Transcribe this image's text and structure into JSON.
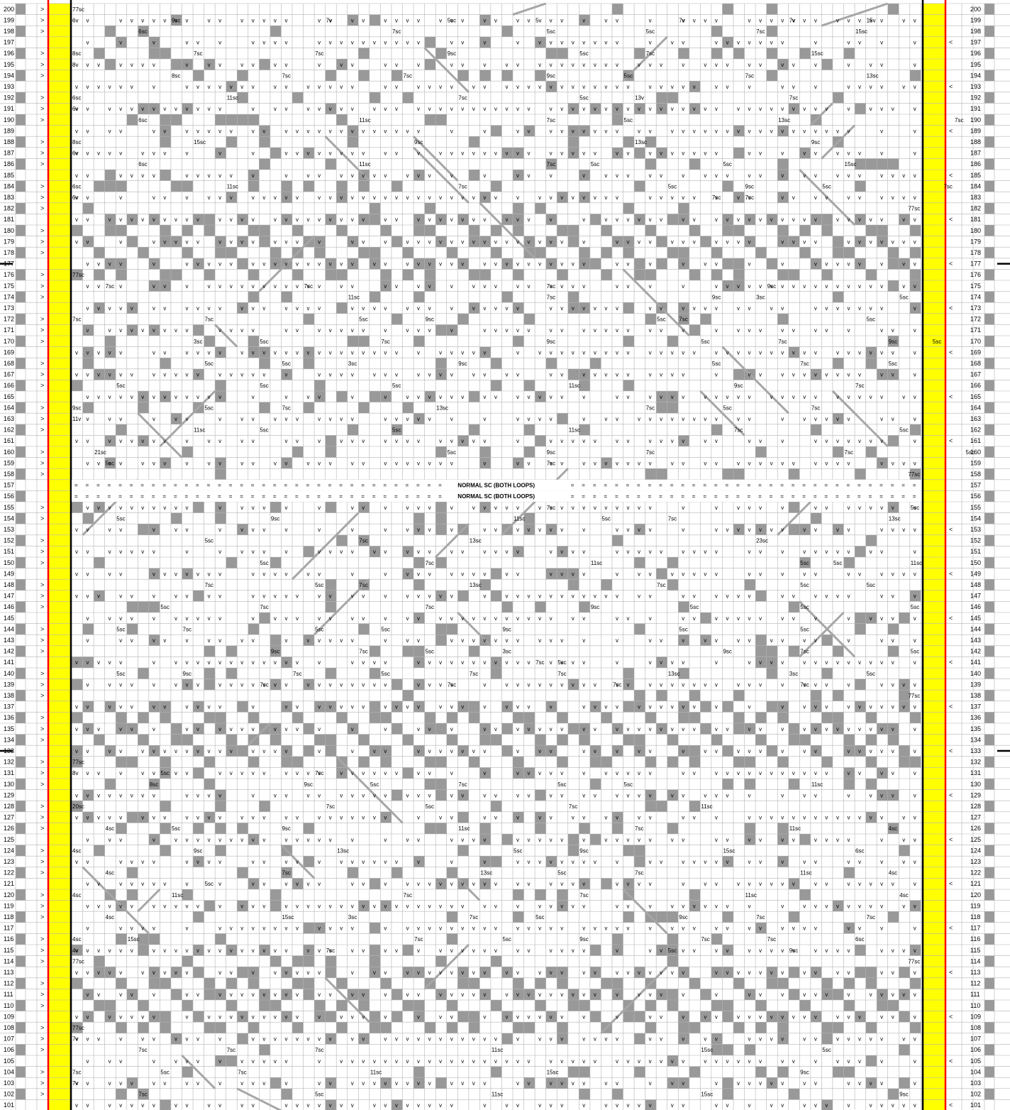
{
  "chart": {
    "row_start": 200,
    "row_end": 101,
    "stitch_columns": 77,
    "colors": {
      "grid": "#b4b4b4",
      "filled": "#999999",
      "edge_stripe": "#ffff00",
      "edge_line": "#ff0000",
      "border": "#000000",
      "direction_gray": "#a6a6a6"
    },
    "banner_rows": [
      157,
      156
    ],
    "banner_text": "NORMAL SC (BOTH LOOPS)",
    "turn_marks_rows": [
      177,
      133
    ],
    "left_arrow": ">",
    "right_arrow": "<",
    "full_row_label": "77sc",
    "right_labels": {
      "182": "77sc",
      "158": "77sc",
      "138": "77sc",
      "114": "77sc"
    },
    "left_labels": {
      "200": "77sc",
      "199": "6v",
      "196": "8sc",
      "195": "8v",
      "192": "6sc",
      "191": "6v",
      "188": "8sc",
      "187": "6v",
      "184": "6sc",
      "183": "6v",
      "176": "77sc",
      "172": "7sc",
      "164": "9sc",
      "163": "11v",
      "132": "77sc",
      "131": "8v",
      "128": "20sc",
      "124": "4sc",
      "120": "4sc",
      "116": "4sc",
      "115": "4v",
      "114": "77sc",
      "108": "77sc",
      "107": "7v",
      "104": "7sc",
      "103": "7v"
    },
    "cell_labels": [
      [
        199,
        9,
        "9sc"
      ],
      [
        199,
        23,
        "7v"
      ],
      [
        199,
        34,
        "5sc"
      ],
      [
        199,
        42,
        "5v"
      ],
      [
        199,
        55,
        "7v"
      ],
      [
        199,
        65,
        "7v"
      ],
      [
        199,
        72,
        "15v"
      ],
      [
        198,
        6,
        "6sc"
      ],
      [
        198,
        29,
        "7sc"
      ],
      [
        198,
        43,
        "5sc"
      ],
      [
        198,
        52,
        "5sc"
      ],
      [
        198,
        62,
        "7sc"
      ],
      [
        198,
        71,
        "15sc"
      ],
      [
        196,
        11,
        "7sc"
      ],
      [
        196,
        22,
        "7sc"
      ],
      [
        196,
        34,
        "9sc"
      ],
      [
        196,
        46,
        "5sc"
      ],
      [
        196,
        52,
        "7sc"
      ],
      [
        196,
        67,
        "15sc"
      ],
      [
        194,
        9,
        "8sc"
      ],
      [
        194,
        19,
        "7sc"
      ],
      [
        194,
        30,
        "7sc"
      ],
      [
        194,
        43,
        "9sc"
      ],
      [
        194,
        50,
        "5sc"
      ],
      [
        194,
        61,
        "7sc"
      ],
      [
        194,
        72,
        "13sc"
      ],
      [
        192,
        14,
        "11sc"
      ],
      [
        192,
        35,
        "7sc"
      ],
      [
        192,
        46,
        "5sc"
      ],
      [
        192,
        51,
        "13v"
      ],
      [
        192,
        65,
        "7sc"
      ],
      [
        190,
        6,
        "6sc"
      ],
      [
        190,
        26,
        "11sc"
      ],
      [
        190,
        43,
        "7sc"
      ],
      [
        190,
        50,
        "5sc"
      ],
      [
        190,
        64,
        "13sc"
      ],
      [
        190,
        80,
        "7sc"
      ],
      [
        188,
        11,
        "15sc"
      ],
      [
        188,
        31,
        "9sc"
      ],
      [
        188,
        51,
        "13sc"
      ],
      [
        188,
        67,
        "9sc"
      ],
      [
        186,
        6,
        "6sc"
      ],
      [
        186,
        26,
        "11sc"
      ],
      [
        186,
        43,
        "7sc"
      ],
      [
        186,
        47,
        "5sc"
      ],
      [
        186,
        59,
        "5sc"
      ],
      [
        186,
        70,
        "15sc"
      ],
      [
        184,
        14,
        "11sc"
      ],
      [
        184,
        35,
        "7sc"
      ],
      [
        184,
        54,
        "5sc"
      ],
      [
        184,
        61,
        "9sc"
      ],
      [
        184,
        68,
        "5sc"
      ],
      [
        184,
        79,
        "7sc"
      ],
      [
        183,
        58,
        "7sc"
      ],
      [
        183,
        61,
        "7sc"
      ],
      [
        175,
        3,
        "7sc"
      ],
      [
        175,
        21,
        "7sc"
      ],
      [
        175,
        43,
        "7sc"
      ],
      [
        175,
        63,
        "9sc"
      ],
      [
        174,
        25,
        "11sc"
      ],
      [
        174,
        43,
        "7sc"
      ],
      [
        174,
        58,
        "9sc"
      ],
      [
        174,
        62,
        "3sc"
      ],
      [
        174,
        75,
        "5sc"
      ],
      [
        172,
        12,
        "7sc"
      ],
      [
        172,
        26,
        "5sc"
      ],
      [
        172,
        32,
        "9sc"
      ],
      [
        172,
        53,
        "5sc"
      ],
      [
        172,
        55,
        "7sc"
      ],
      [
        172,
        72,
        "5sc"
      ],
      [
        170,
        11,
        "3sc"
      ],
      [
        170,
        17,
        "5sc"
      ],
      [
        170,
        28,
        "7sc"
      ],
      [
        170,
        43,
        "9sc"
      ],
      [
        170,
        57,
        "5sc"
      ],
      [
        170,
        64,
        "7sc"
      ],
      [
        170,
        74,
        "9sc"
      ],
      [
        170,
        78,
        "5sc"
      ],
      [
        168,
        12,
        "5sc"
      ],
      [
        168,
        19,
        "5sc"
      ],
      [
        168,
        25,
        "3sc"
      ],
      [
        168,
        35,
        "9sc"
      ],
      [
        168,
        58,
        "5sc"
      ],
      [
        168,
        66,
        "7sc"
      ],
      [
        168,
        74,
        "5sc"
      ],
      [
        166,
        4,
        "5sc"
      ],
      [
        166,
        17,
        "5sc"
      ],
      [
        166,
        29,
        "5sc"
      ],
      [
        166,
        45,
        "11sc"
      ],
      [
        166,
        60,
        "9sc"
      ],
      [
        166,
        71,
        "7sc"
      ],
      [
        164,
        12,
        "5sc"
      ],
      [
        164,
        19,
        "7sc"
      ],
      [
        164,
        33,
        "13sc"
      ],
      [
        164,
        52,
        "7sc"
      ],
      [
        164,
        59,
        "5sc"
      ],
      [
        164,
        67,
        "7sc"
      ],
      [
        162,
        11,
        "11sc"
      ],
      [
        162,
        17,
        "5sc"
      ],
      [
        162,
        29,
        "5sc"
      ],
      [
        162,
        45,
        "11sc"
      ],
      [
        162,
        60,
        "7sc"
      ],
      [
        162,
        75,
        "5sc"
      ],
      [
        160,
        2,
        "21sc"
      ],
      [
        160,
        34,
        "5sc"
      ],
      [
        160,
        43,
        "9sc"
      ],
      [
        160,
        52,
        "7sc"
      ],
      [
        160,
        70,
        "7sc"
      ],
      [
        160,
        81,
        "5sc"
      ],
      [
        159,
        3,
        "5sc"
      ],
      [
        159,
        43,
        "7sc"
      ],
      [
        155,
        43,
        "7sc"
      ],
      [
        155,
        76,
        "5sc"
      ],
      [
        154,
        4,
        "5sc"
      ],
      [
        154,
        18,
        "9sc"
      ],
      [
        154,
        40,
        "11sc"
      ],
      [
        154,
        48,
        "5sc"
      ],
      [
        154,
        54,
        "7sc"
      ],
      [
        154,
        74,
        "13sc"
      ],
      [
        152,
        12,
        "5sc"
      ],
      [
        152,
        26,
        "7sc"
      ],
      [
        152,
        36,
        "13sc"
      ],
      [
        152,
        62,
        "23sc"
      ],
      [
        150,
        17,
        "5sc"
      ],
      [
        150,
        32,
        "7sc"
      ],
      [
        150,
        47,
        "11sc"
      ],
      [
        150,
        66,
        "5sc"
      ],
      [
        150,
        69,
        "5sc"
      ],
      [
        150,
        76,
        "11sc"
      ],
      [
        148,
        12,
        "7sc"
      ],
      [
        148,
        22,
        "5sc"
      ],
      [
        148,
        26,
        "7sc"
      ],
      [
        148,
        36,
        "13sc"
      ],
      [
        148,
        53,
        "7sc"
      ],
      [
        148,
        66,
        "5sc"
      ],
      [
        148,
        72,
        "5sc"
      ],
      [
        146,
        8,
        "5sc"
      ],
      [
        146,
        17,
        "7sc"
      ],
      [
        146,
        32,
        "7sc"
      ],
      [
        146,
        47,
        "9sc"
      ],
      [
        146,
        56,
        "5sc"
      ],
      [
        146,
        66,
        "5sc"
      ],
      [
        146,
        76,
        "5sc"
      ],
      [
        144,
        4,
        "5sc"
      ],
      [
        144,
        10,
        "7sc"
      ],
      [
        144,
        22,
        "5sc"
      ],
      [
        144,
        28,
        "5sc"
      ],
      [
        144,
        39,
        "9sc"
      ],
      [
        144,
        55,
        "5sc"
      ],
      [
        144,
        66,
        "5sc"
      ],
      [
        142,
        18,
        "9sc"
      ],
      [
        142,
        26,
        "7sc"
      ],
      [
        142,
        32,
        "5sc"
      ],
      [
        142,
        39,
        "3sc"
      ],
      [
        142,
        59,
        "9sc"
      ],
      [
        142,
        66,
        "7sc"
      ],
      [
        142,
        76,
        "5sc"
      ],
      [
        141,
        42,
        "7sc"
      ],
      [
        141,
        44,
        "5sc"
      ],
      [
        140,
        4,
        "5sc"
      ],
      [
        140,
        10,
        "9sc"
      ],
      [
        140,
        20,
        "7sc"
      ],
      [
        140,
        28,
        "5sc"
      ],
      [
        140,
        36,
        "7sc"
      ],
      [
        140,
        44,
        "7sc"
      ],
      [
        140,
        54,
        "13sc"
      ],
      [
        140,
        65,
        "3sc"
      ],
      [
        140,
        72,
        "5sc"
      ],
      [
        139,
        17,
        "7sc"
      ],
      [
        139,
        34,
        "7sc"
      ],
      [
        139,
        49,
        "7sc"
      ],
      [
        139,
        66,
        "7sc"
      ],
      [
        131,
        8,
        "5sc"
      ],
      [
        131,
        22,
        "7sc"
      ],
      [
        130,
        7,
        "8sc"
      ],
      [
        130,
        21,
        "9sc"
      ],
      [
        130,
        27,
        "5sc"
      ],
      [
        130,
        35,
        "7sc"
      ],
      [
        130,
        44,
        "5sc"
      ],
      [
        130,
        50,
        "5sc"
      ],
      [
        130,
        67,
        "11sc"
      ],
      [
        128,
        23,
        "7sc"
      ],
      [
        128,
        32,
        "5sc"
      ],
      [
        128,
        45,
        "7sc"
      ],
      [
        128,
        57,
        "11sc"
      ],
      [
        126,
        3,
        "4sc"
      ],
      [
        126,
        9,
        "5sc"
      ],
      [
        126,
        19,
        "9sc"
      ],
      [
        126,
        35,
        "11sc"
      ],
      [
        126,
        51,
        "7sc"
      ],
      [
        126,
        65,
        "11sc"
      ],
      [
        126,
        74,
        "4sc"
      ],
      [
        124,
        11,
        "9sc"
      ],
      [
        124,
        24,
        "13sc"
      ],
      [
        124,
        40,
        "5sc"
      ],
      [
        124,
        46,
        "9sc"
      ],
      [
        124,
        59,
        "15sc"
      ],
      [
        124,
        71,
        "6sc"
      ],
      [
        122,
        3,
        "4sc"
      ],
      [
        122,
        19,
        "7sc"
      ],
      [
        122,
        37,
        "13sc"
      ],
      [
        122,
        44,
        "5sc"
      ],
      [
        122,
        51,
        "7sc"
      ],
      [
        122,
        66,
        "11sc"
      ],
      [
        122,
        74,
        "4sc"
      ],
      [
        121,
        12,
        "5sc"
      ],
      [
        120,
        9,
        "11sc"
      ],
      [
        120,
        30,
        "7sc"
      ],
      [
        120,
        46,
        "7sc"
      ],
      [
        120,
        61,
        "11sc"
      ],
      [
        120,
        75,
        "4sc"
      ],
      [
        118,
        3,
        "4sc"
      ],
      [
        118,
        19,
        "15sc"
      ],
      [
        118,
        25,
        "3sc"
      ],
      [
        118,
        36,
        "7sc"
      ],
      [
        118,
        42,
        "5sc"
      ],
      [
        118,
        55,
        "9sc"
      ],
      [
        118,
        62,
        "7sc"
      ],
      [
        118,
        72,
        "7sc"
      ],
      [
        116,
        5,
        "15sc"
      ],
      [
        116,
        31,
        "7sc"
      ],
      [
        116,
        39,
        "5sc"
      ],
      [
        116,
        46,
        "9sc"
      ],
      [
        116,
        57,
        "7sc"
      ],
      [
        116,
        63,
        "7sc"
      ],
      [
        116,
        71,
        "6sc"
      ],
      [
        115,
        23,
        "7sc"
      ],
      [
        115,
        54,
        "5sc"
      ],
      [
        115,
        65,
        "9sc"
      ],
      [
        106,
        6,
        "7sc"
      ],
      [
        106,
        14,
        "7sc"
      ],
      [
        106,
        22,
        "7sc"
      ],
      [
        106,
        38,
        "11sc"
      ],
      [
        106,
        57,
        "15sc"
      ],
      [
        106,
        68,
        "5sc"
      ],
      [
        104,
        8,
        "5sc"
      ],
      [
        104,
        15,
        "7sc"
      ],
      [
        104,
        27,
        "11sc"
      ],
      [
        104,
        43,
        "15sc"
      ],
      [
        104,
        66,
        "9sc"
      ],
      [
        102,
        6,
        "7sc"
      ],
      [
        102,
        22,
        "5sc"
      ],
      [
        102,
        38,
        "11sc"
      ],
      [
        102,
        57,
        "15sc"
      ],
      [
        102,
        75,
        "9sc"
      ]
    ]
  }
}
